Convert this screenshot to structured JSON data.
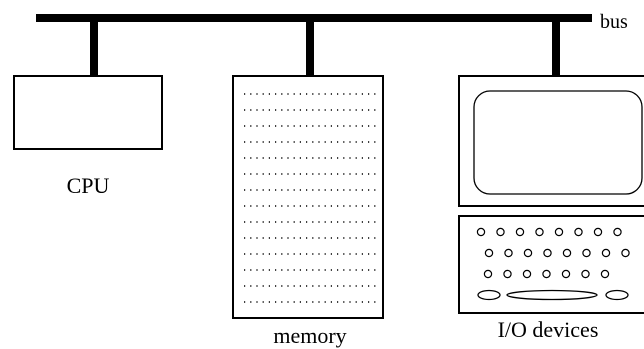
{
  "labels": {
    "bus": "bus",
    "cpu": "CPU",
    "memory": "memory",
    "io": "I/O devices"
  },
  "counts": {
    "memory_rows": 14,
    "keyboard_row_keys": [
      8,
      8,
      7
    ]
  }
}
